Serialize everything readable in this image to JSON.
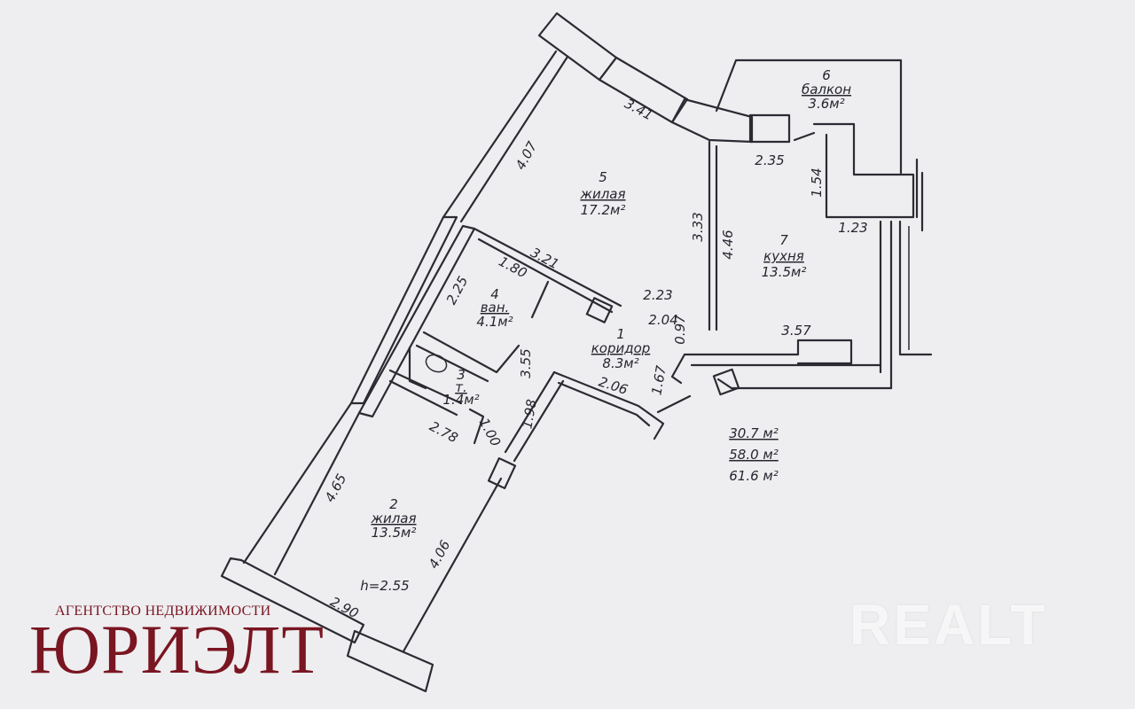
{
  "rooms": [
    {
      "num": "5",
      "name": "жилая",
      "area": "17.2м²"
    },
    {
      "num": "6",
      "name": "балкон",
      "area": "3.6м²"
    },
    {
      "num": "7",
      "name": "кухня",
      "area": "13.5м²"
    },
    {
      "num": "4",
      "name": "ван.",
      "area": "4.1м²"
    },
    {
      "num": "3",
      "name": "т.",
      "area": "1.4м²"
    },
    {
      "num": "1",
      "name": "коридор",
      "area": "8.3м²"
    },
    {
      "num": "2",
      "name": "жилая",
      "area": "13.5м²"
    }
  ],
  "dimensions": [
    "4.07",
    "3.41",
    "3.33",
    "4.46",
    "2.35",
    "1.54",
    "1.23",
    "3.21",
    "1.80",
    "2.25",
    "2.23",
    "2.04",
    "0.97",
    "3.57",
    "3.55",
    "1.67",
    "2.06",
    "1.98",
    "2.78",
    "1.00",
    "4.65",
    "4.06",
    "2.90"
  ],
  "ceiling_height": "h=2.55",
  "totals": [
    "30.7 м²",
    "58.0 м²",
    "61.6 м²"
  ],
  "branding": {
    "tagline": "АГЕНТСТВО НЕДВИЖИМОСТИ",
    "logo": "ЮРИЭЛТ",
    "watermark": "REALT"
  },
  "colors": {
    "brand": "#7a1522",
    "ink": "#2b2b33",
    "paper": "#eeeef0"
  }
}
